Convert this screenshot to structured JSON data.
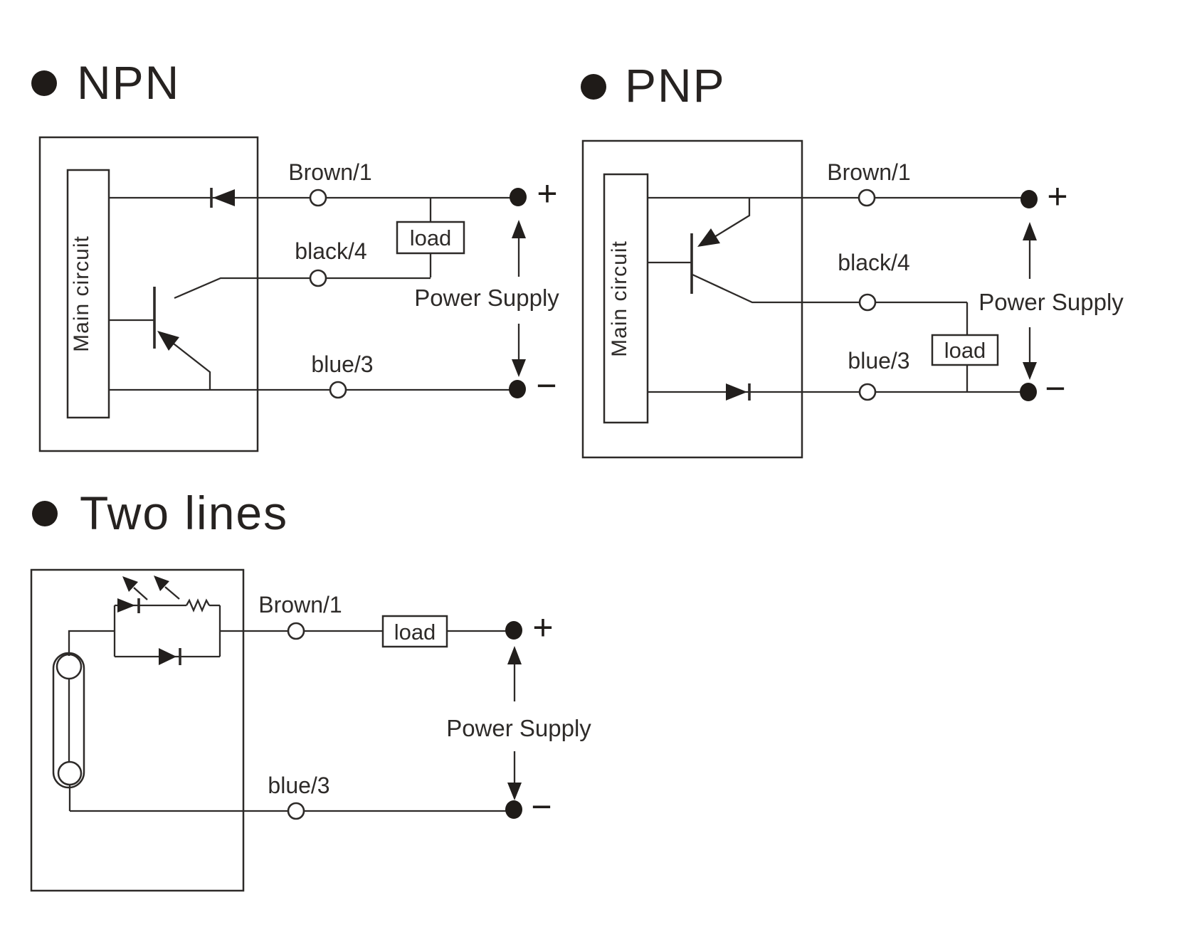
{
  "page": {
    "background": "#ffffff",
    "line_color": "#2d2a28"
  },
  "diagrams": {
    "npn": {
      "title": "NPN",
      "main_circuit_label": "Main circuit",
      "wires": {
        "brown": "Brown/1",
        "black": "black/4",
        "blue": "blue/3"
      },
      "load_label": "load",
      "power_supply_label": "Power Supply",
      "plus": "+",
      "minus": "−"
    },
    "pnp": {
      "title": "PNP",
      "main_circuit_label": "Main circuit",
      "wires": {
        "brown": "Brown/1",
        "black": "black/4",
        "blue": "blue/3"
      },
      "load_label": "load",
      "power_supply_label": "Power Supply",
      "plus": "+",
      "minus": "−"
    },
    "two_lines": {
      "title": "Two lines",
      "wires": {
        "brown": "Brown/1",
        "blue": "blue/3"
      },
      "load_label": "load",
      "power_supply_label": "Power Supply",
      "plus": "+",
      "minus": "−"
    }
  }
}
